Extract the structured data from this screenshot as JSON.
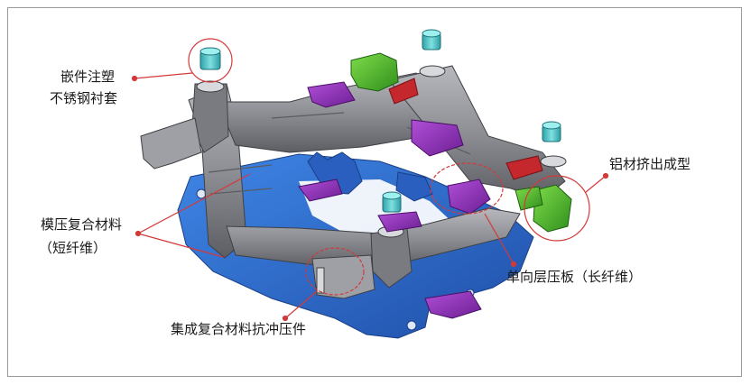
{
  "labels": {
    "insert_bushing_line1": "嵌件注塑",
    "insert_bushing_line2": "不锈钢衬套",
    "aluminum_extrusion": "铝材挤出成型",
    "molded_composite_line1": "模压复合材料",
    "molded_composite_line2": "（短纤维）",
    "unidirectional_laminate": "单向层压板（长纤维）",
    "integrated_stamping": "集成复合材料抗冲压件"
  },
  "colors": {
    "frame_gray": "#8e8f94",
    "lower_plate_blue": "#2f6fd2",
    "insert_purple": "#8b2fb8",
    "bracket_green": "#4caf2e",
    "bracket_red": "#c4272c",
    "bushing_cyan": "#4fc6c8",
    "callout_red": "#d23a3a"
  }
}
